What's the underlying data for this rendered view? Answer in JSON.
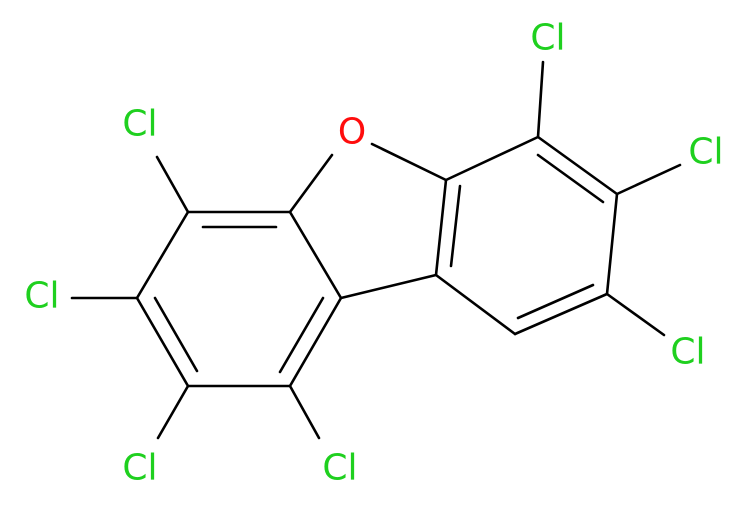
{
  "molecule": {
    "atoms": [
      {
        "symbol": "O",
        "label": "O",
        "color": "#ff0d0d"
      },
      {
        "symbol": "Cl",
        "label": "Cl",
        "color": "#1fd01f"
      },
      {
        "symbol": "Cl",
        "label": "Cl",
        "color": "#1fd01f"
      },
      {
        "symbol": "Cl",
        "label": "Cl",
        "color": "#1fd01f"
      },
      {
        "symbol": "Cl",
        "label": "Cl",
        "color": "#1fd01f"
      },
      {
        "symbol": "Cl",
        "label": "Cl",
        "color": "#1fd01f"
      },
      {
        "symbol": "Cl",
        "label": "Cl",
        "color": "#1fd01f"
      },
      {
        "symbol": "Cl",
        "label": "Cl",
        "color": "#1fd01f"
      }
    ],
    "bond_color": "#000000"
  }
}
